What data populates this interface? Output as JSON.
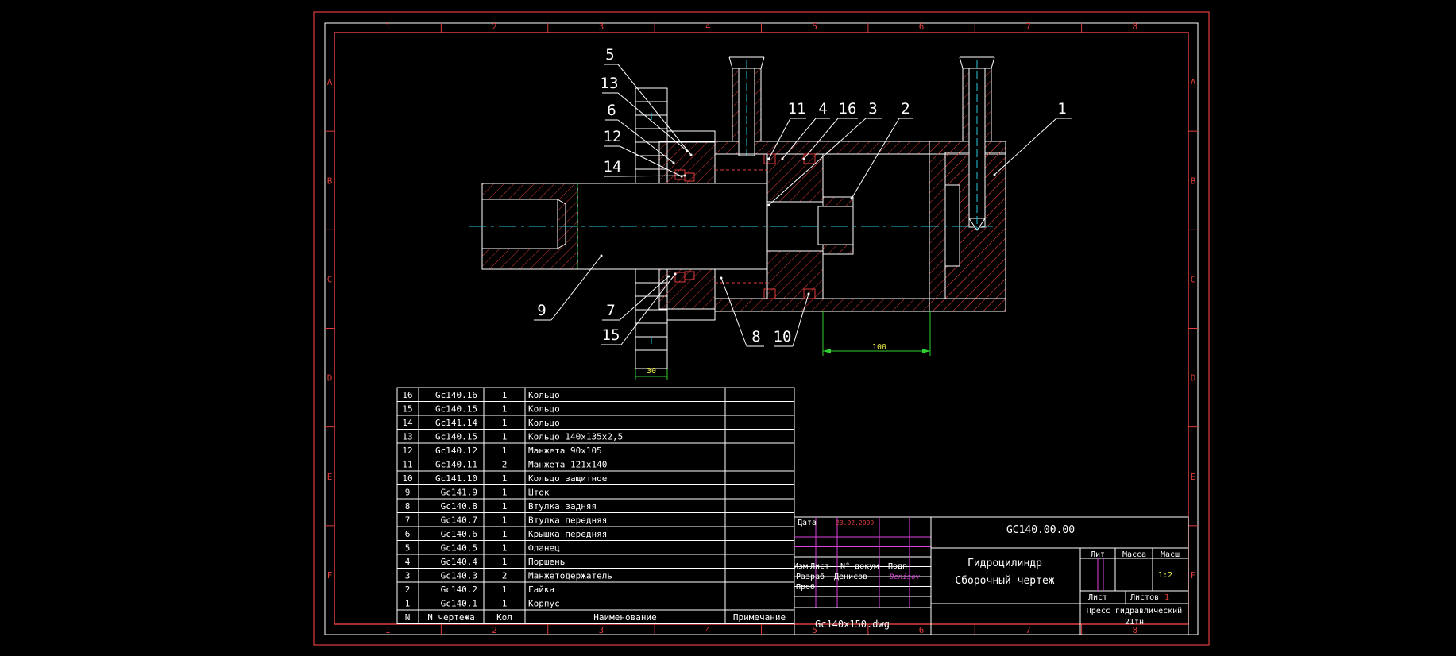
{
  "colors": {
    "frame": "#e03c3c",
    "white": "#ffffff",
    "hatch": "#d63a3a",
    "center": "#28c8e0",
    "dim": "#2ed12e",
    "dimtext": "#f0f04a",
    "magenta": "#e040e0",
    "date": "#e03c3c"
  },
  "frame": {
    "columns": [
      "1",
      "2",
      "3",
      "4",
      "5",
      "6",
      "7",
      "8"
    ],
    "rows": [
      "A",
      "B",
      "C",
      "D",
      "E",
      "F"
    ]
  },
  "callouts": [
    "5",
    "13",
    "6",
    "12",
    "14",
    "11",
    "4",
    "16",
    "3",
    "2",
    "1",
    "9",
    "7",
    "15",
    "8",
    "10"
  ],
  "dimensions": {
    "stroke": "100",
    "flange": "30"
  },
  "parts": [
    {
      "n": "16",
      "doc": "Gc140.16",
      "qty": "1",
      "name": "Кольцо"
    },
    {
      "n": "15",
      "doc": "Gc140.15",
      "qty": "1",
      "name": "Кольцо"
    },
    {
      "n": "14",
      "doc": "Gc141.14",
      "qty": "1",
      "name": "Кольцо"
    },
    {
      "n": "13",
      "doc": "Gc140.15",
      "qty": "1",
      "name": "Кольцо 140х135х2,5"
    },
    {
      "n": "12",
      "doc": "Gc140.12",
      "qty": "1",
      "name": "Манжета 90х105"
    },
    {
      "n": "11",
      "doc": "Gc140.11",
      "qty": "2",
      "name": "Манжета 121х140"
    },
    {
      "n": "10",
      "doc": "Gc141.10",
      "qty": "1",
      "name": "Кольцо защитное"
    },
    {
      "n": "9",
      "doc": "Gc141.9",
      "qty": "1",
      "name": "Шток"
    },
    {
      "n": "8",
      "doc": "Gc140.8",
      "qty": "1",
      "name": "Втулка задняя"
    },
    {
      "n": "7",
      "doc": "Gc140.7",
      "qty": "1",
      "name": "Втулка передняя"
    },
    {
      "n": "6",
      "doc": "Gc140.6",
      "qty": "1",
      "name": "Крышка передняя"
    },
    {
      "n": "5",
      "doc": "Gc140.5",
      "qty": "1",
      "name": "Фланец"
    },
    {
      "n": "4",
      "doc": "Gc140.4",
      "qty": "1",
      "name": "Поршень"
    },
    {
      "n": "3",
      "doc": "Gc140.3",
      "qty": "2",
      "name": "Манжетодержатель"
    },
    {
      "n": "2",
      "doc": "Gc140.2",
      "qty": "1",
      "name": "Гайка"
    },
    {
      "n": "1",
      "doc": "Gc140.1",
      "qty": "1",
      "name": "Корпус"
    }
  ],
  "table_header": {
    "n": "N",
    "doc": "N чертежа",
    "qty": "Кол",
    "name": "Наименование",
    "note": "Примечание"
  },
  "title_block": {
    "date_label": "Дата",
    "date_value": "23.02.2009",
    "col_izm": "Изм",
    "col_list": "Лист",
    "col_docnum": "N° докум",
    "col_podp": "Подп",
    "role_razrab": "Разраб",
    "name_razrab": "Денисов",
    "signature": "Denisov",
    "role_prob": "Проб",
    "drawing_code": "GC140.00.00",
    "title_line1": "Гидроцилиндр",
    "title_line2": "Сборочный чертеж",
    "lit": "Лит",
    "massa": "Масса",
    "masht": "Масш",
    "scale": "1:2",
    "list": "Лист",
    "listov": "Листов",
    "listov_value": "1",
    "org_line1": "Пресс гидравлический",
    "org_line2": "21тн",
    "file": "Gc140x150.dwg"
  }
}
